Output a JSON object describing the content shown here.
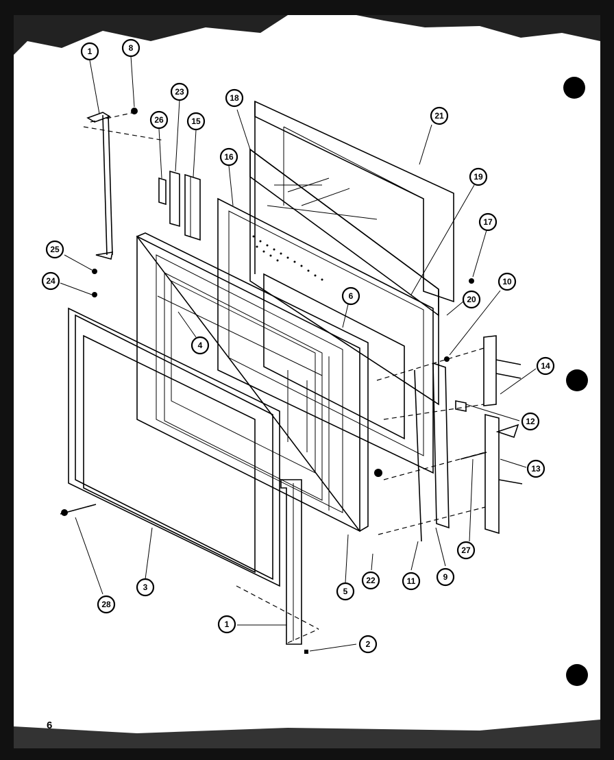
{
  "page_number": "6",
  "callouts": [
    {
      "label": "1"
    },
    {
      "label": "8"
    },
    {
      "label": "23"
    },
    {
      "label": "26"
    },
    {
      "label": "15"
    },
    {
      "label": "18"
    },
    {
      "label": "16"
    },
    {
      "label": "21"
    },
    {
      "label": "19"
    },
    {
      "label": "17"
    },
    {
      "label": "25"
    },
    {
      "label": "24"
    },
    {
      "label": "4"
    },
    {
      "label": "6"
    },
    {
      "label": "10"
    },
    {
      "label": "20"
    },
    {
      "label": "14"
    },
    {
      "label": "12"
    },
    {
      "label": "13"
    },
    {
      "label": "27"
    },
    {
      "label": "3"
    },
    {
      "label": "28"
    },
    {
      "label": "5"
    },
    {
      "label": "22"
    },
    {
      "label": "11"
    },
    {
      "label": "9"
    },
    {
      "label": "1"
    },
    {
      "label": "2"
    }
  ],
  "colors": {
    "ink": "#000000",
    "paper": "#ffffff"
  }
}
